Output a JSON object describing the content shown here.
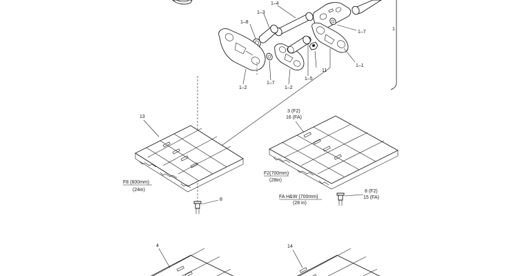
{
  "diagram": {
    "labels": {
      "link_1_4": "1–4",
      "link_1_3": "1–3",
      "link_1_8": "1–8",
      "link_1_7_right": "1–7",
      "link_1_1": "1–1",
      "link_11": "11",
      "link_1_5": "1–5",
      "link_1_2_mid": "1–2",
      "link_1_7_low": "1–7",
      "link_1_2_left": "1–2",
      "group_1": "1"
    },
    "shoes": {
      "s13": {
        "callout": "13",
        "width_label": "F8 (600mm)",
        "inch_label": "(24in)",
        "bolt_callout": "8"
      },
      "s3": {
        "callout_top": "3 (F2)",
        "callout_bottom": "16 (FA)",
        "width_label": "F2(700mm)",
        "inch_label": "(28in)",
        "fa_label": "FA H&W (700mm)",
        "fa_inch": "(28 in)",
        "bolt_top": "8 (F2)",
        "bolt_bottom": "15 (FA)"
      },
      "s4": {
        "callout": "4"
      },
      "s14": {
        "callout": "14"
      }
    }
  }
}
